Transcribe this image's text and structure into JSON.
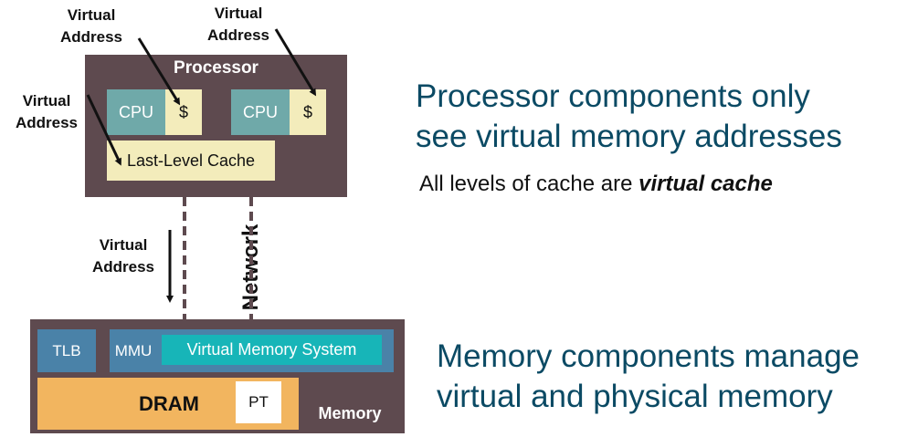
{
  "processor": {
    "title": "Processor",
    "cpu_label": "CPU",
    "cache_label": "$",
    "llc_label": "Last-Level Cache"
  },
  "labels": {
    "virtual_address_line1": "Virtual",
    "virtual_address_line2": "Address",
    "network": "Network"
  },
  "memory": {
    "title": "Memory",
    "tlb": "TLB",
    "mmu": "MMU",
    "vms": "Virtual Memory System",
    "dram": "DRAM",
    "pt": "PT"
  },
  "notes": {
    "processor_heading_line1": "Processor components only",
    "processor_heading_line2": "see virtual memory addresses",
    "processor_sub_prefix": "All levels of cache are ",
    "processor_sub_emphasis": "virtual cache",
    "memory_heading_line1": "Memory components manage",
    "memory_heading_line2": "virtual and physical memory"
  },
  "colors": {
    "block_bg": "#5e4a4f",
    "cpu": "#6fa9a9",
    "cache": "#f3ecbb",
    "tlb_mmu": "#4a82a8",
    "vms": "#17b5b8",
    "dram": "#f2b55f",
    "heading": "#0b4a64"
  }
}
